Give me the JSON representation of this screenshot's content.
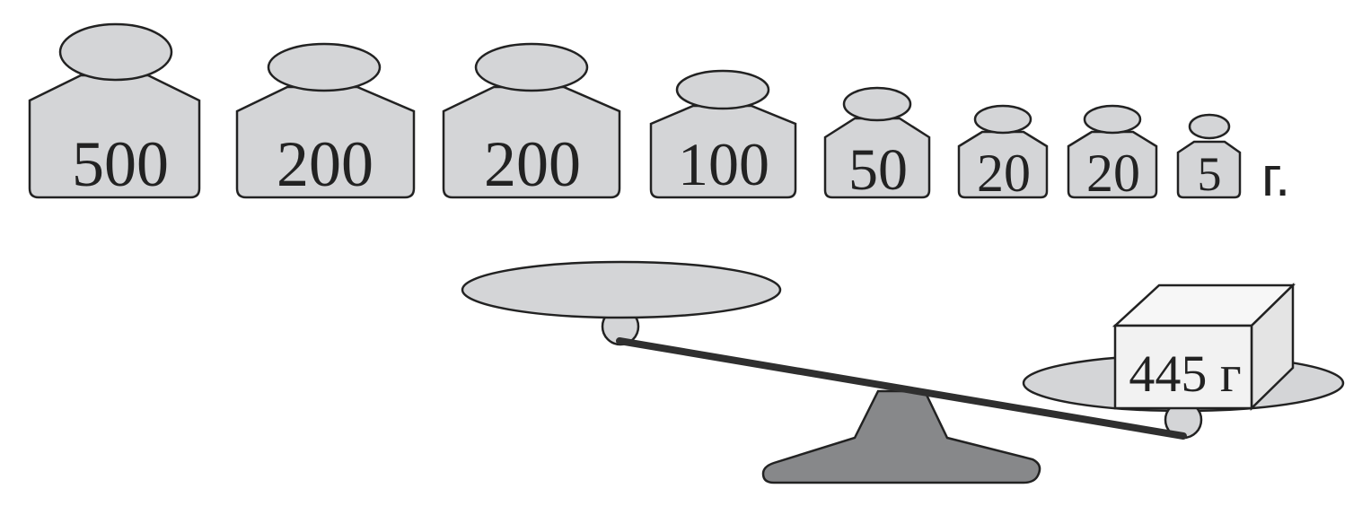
{
  "weights": [
    {
      "label": "500"
    },
    {
      "label": "200"
    },
    {
      "label": "200"
    },
    {
      "label": "100"
    },
    {
      "label": "50"
    },
    {
      "label": "20"
    },
    {
      "label": "20"
    },
    {
      "label": "5"
    }
  ],
  "unit": "г.",
  "object_label": "445 г",
  "colors": {
    "weight_fill": "#d4d5d7",
    "pan_fill": "#d4d5d7",
    "stand_fill": "#87888a",
    "outline": "#222222",
    "box_front": "#f2f2f2",
    "box_top": "#f7f7f7",
    "box_side": "#e4e4e4"
  }
}
